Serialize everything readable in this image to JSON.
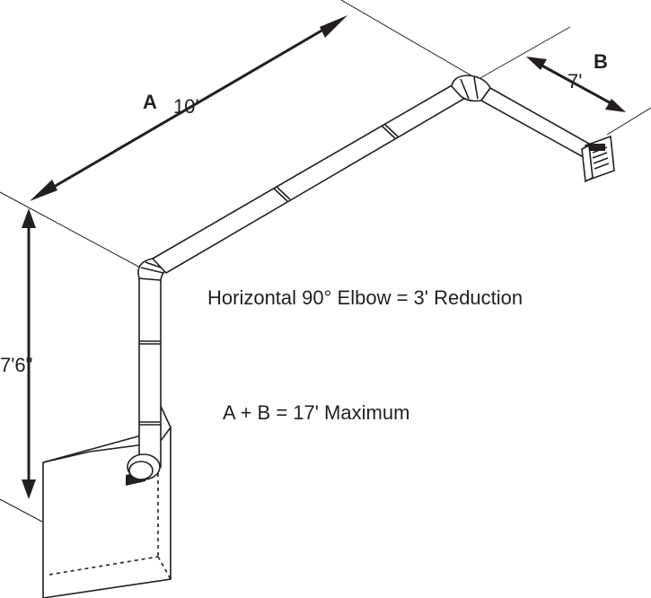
{
  "labels": {
    "section_a": "A",
    "section_b": "B",
    "length_a": "10'",
    "length_b": "7'",
    "height": "7'6\"",
    "elbow_note": "Horizontal 90° Elbow = 3' Reduction",
    "max_note": "A + B = 17' Maximum"
  }
}
